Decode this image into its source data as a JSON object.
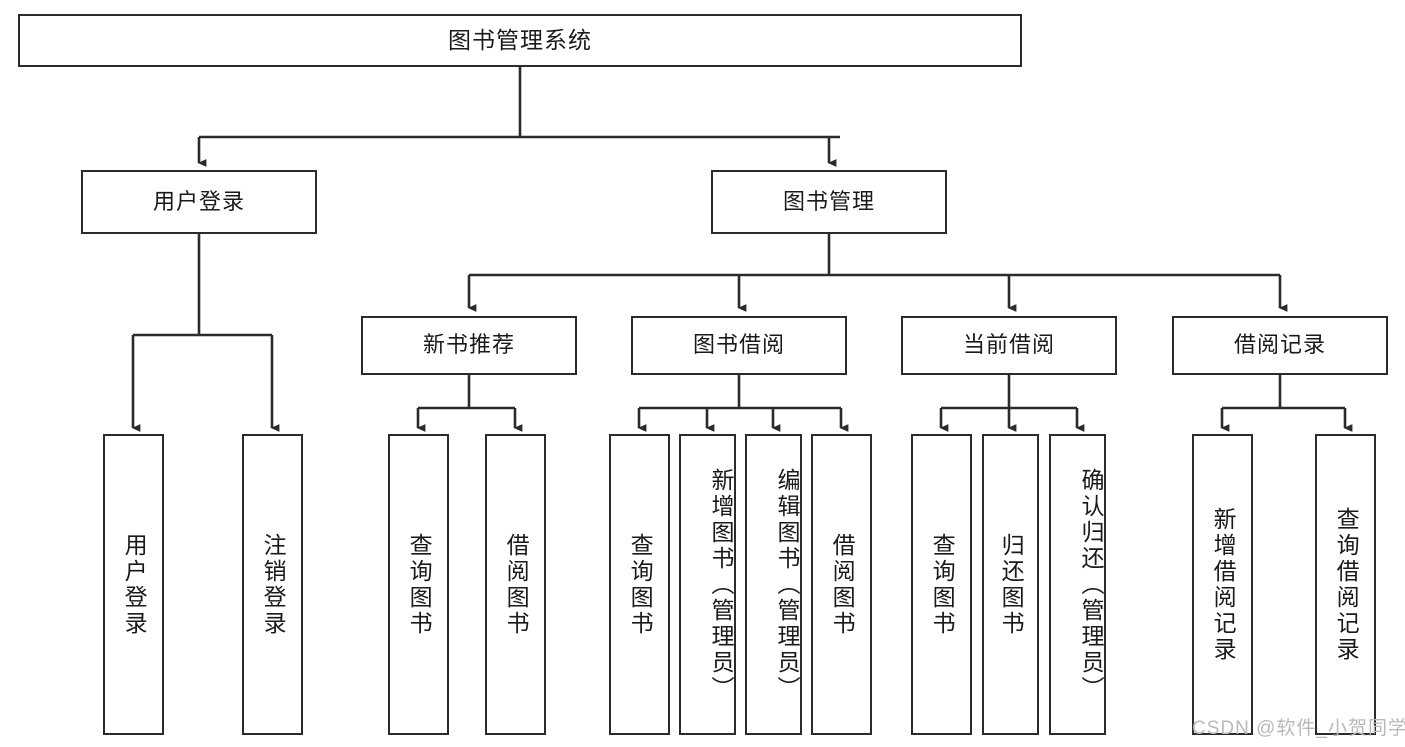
{
  "diagram": {
    "title": "图书管理系统",
    "type": "tree-hierarchy",
    "root": {
      "label": "图书管理系统"
    },
    "level1": [
      {
        "label": "用户登录"
      },
      {
        "label": "图书管理"
      }
    ],
    "level2": [
      {
        "label": "新书推荐"
      },
      {
        "label": "图书借阅"
      },
      {
        "label": "当前借阅"
      },
      {
        "label": "借阅记录"
      }
    ],
    "leaves": {
      "user_login": [
        {
          "label": "用户登录"
        },
        {
          "label": "注销登录"
        }
      ],
      "new_book_recommend": [
        {
          "label": "查询图书"
        },
        {
          "label": "借阅图书"
        }
      ],
      "book_borrow": [
        {
          "label": "查询图书"
        },
        {
          "label": "新增图书（管理员）"
        },
        {
          "label": "编辑图书（管理员）"
        },
        {
          "label": "借阅图书"
        }
      ],
      "current_borrow": [
        {
          "label": "查询图书"
        },
        {
          "label": "归还图书"
        },
        {
          "label": "确认归还（管理员）"
        }
      ],
      "borrow_record": [
        {
          "label": "新增借阅记录"
        },
        {
          "label": "查询借阅记录"
        }
      ]
    }
  },
  "watermark": {
    "text": "CSDN @软件_小贺同学"
  },
  "colors": {
    "box_border": "#2b2b2b",
    "connector": "#2b2b2b",
    "text": "#1a1a1a",
    "background": "#ffffff",
    "watermark": "#b9b9b9"
  }
}
